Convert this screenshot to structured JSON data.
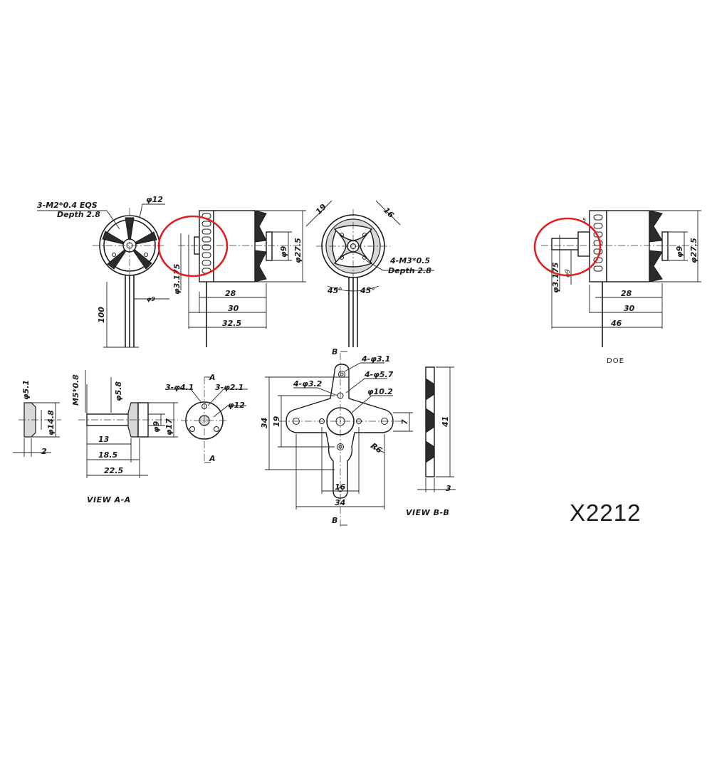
{
  "drawing": {
    "model": "X2212",
    "front_view": {
      "label_thread": "3-M2*0.4 EQS",
      "label_depth": "Depth 2.8",
      "label_dia": "φ12",
      "label_len": "100",
      "label_small": "φ9"
    },
    "side_view": {
      "label_shaft": "φ3.175",
      "label_28": "28",
      "label_30": "30",
      "label_325": "32.5",
      "label_d9": "φ9",
      "label_d275": "φ27.5"
    },
    "rear_view": {
      "label_19": "19",
      "label_16": "16",
      "label_thread": "4-M3*0.5",
      "label_depth": "Depth 2.8",
      "label_45a": "45°",
      "label_45b": "45°"
    },
    "doe_view": {
      "label_shaft": "φ3.175",
      "label_d9s": "φ9",
      "label_28": "28",
      "label_30": "30",
      "label_46": "46",
      "label_d9": "φ9",
      "label_d275": "φ27.5",
      "label_5": "5",
      "caption": "DOE"
    },
    "view_aa": {
      "label_d51": "φ5.1",
      "label_d148": "φ14.8",
      "label_2": "2",
      "label_m5": "M5*0.8",
      "label_d58": "φ5.8",
      "label_d9": "φ9",
      "label_d17": "φ17",
      "label_13": "13",
      "label_185": "18.5",
      "label_225": "22.5",
      "label_3d41": "3-φ4.1",
      "label_3d21": "3-φ2.1",
      "label_d12": "φ12",
      "label_a1": "A",
      "label_a2": "A",
      "caption": "VIEW A-A"
    },
    "view_bb": {
      "label_4d31": "4-φ3.1",
      "label_4d57": "4-φ5.7",
      "label_4d32": "4-φ3.2",
      "label_d102": "φ10.2",
      "label_34v": "34",
      "label_19": "19",
      "label_7": "7",
      "label_r6": "R6",
      "label_16": "16",
      "label_34h": "34",
      "label_41": "41",
      "label_3": "3",
      "label_b1": "B",
      "label_b2": "B",
      "caption": "VIEW B-B"
    },
    "highlight_color": "#e02020"
  }
}
